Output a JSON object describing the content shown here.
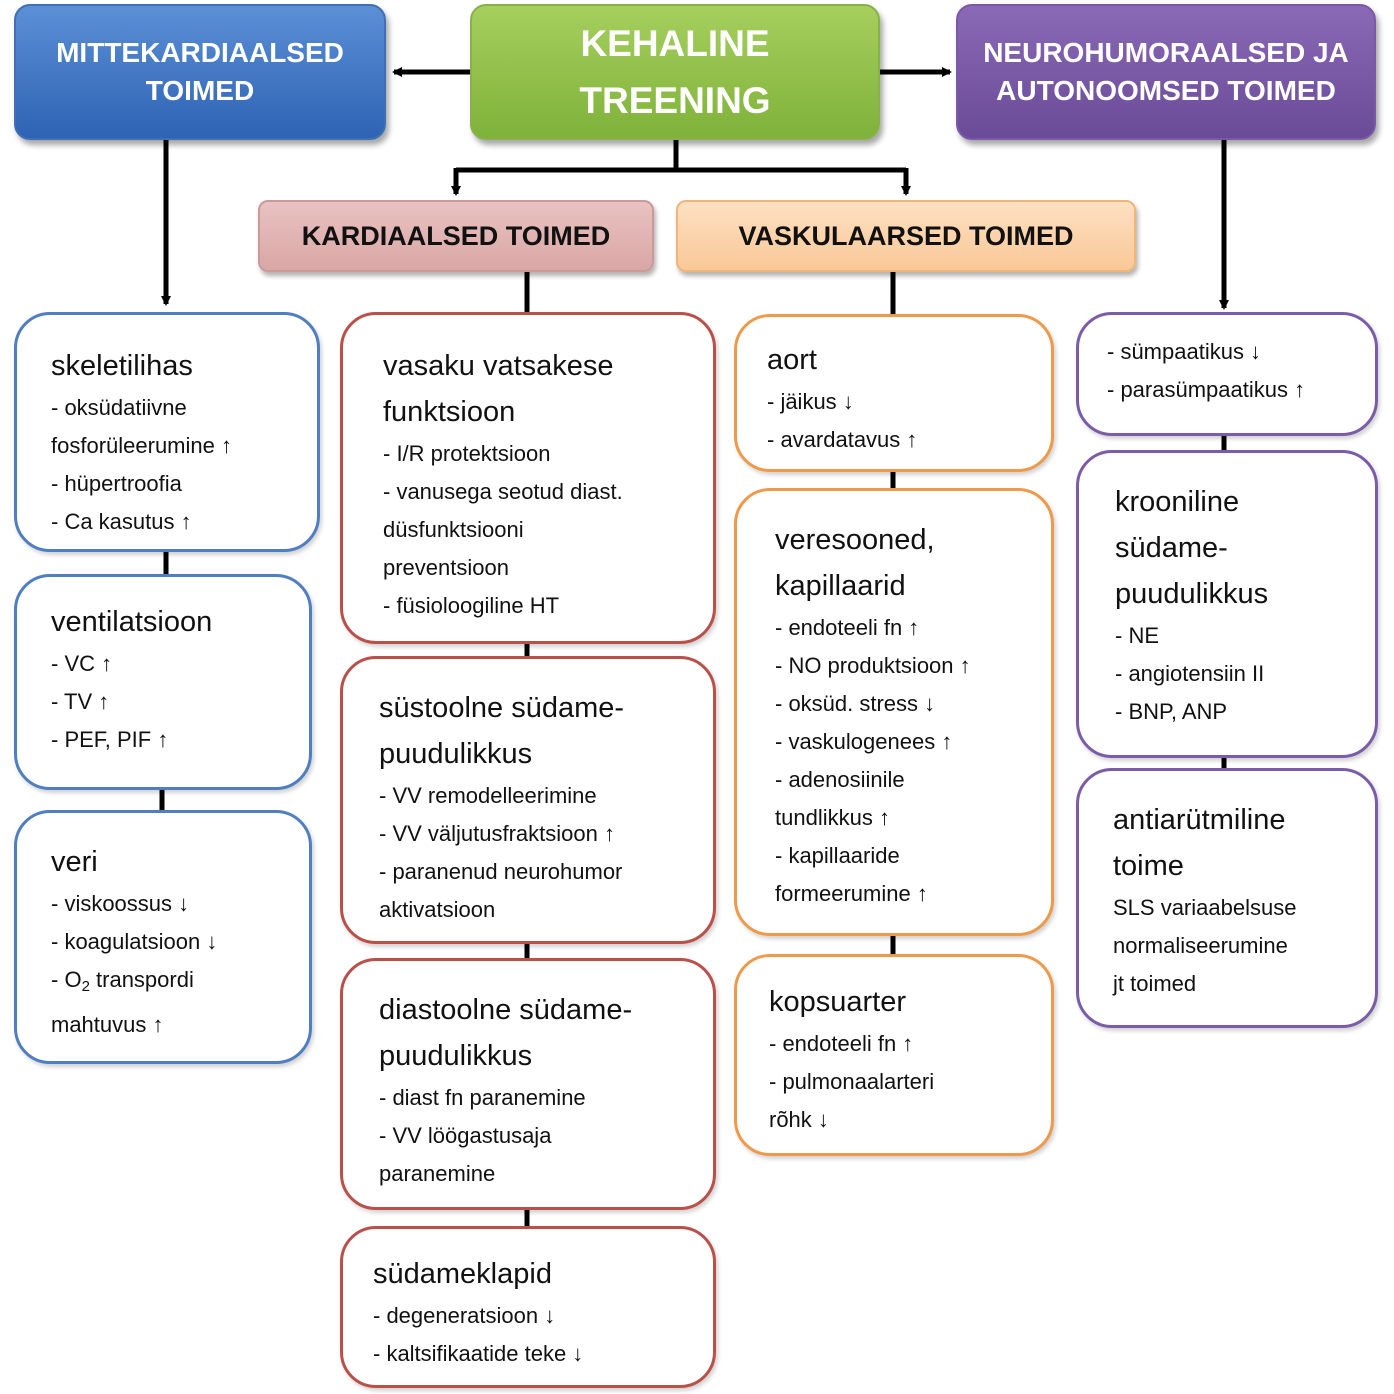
{
  "headers": {
    "left": "MITTEKARDIAALSED\nTOIMED",
    "center": "KEHALINE\nTREENING",
    "right": "NEUROHUMORAALSED JA\nAUTONOOMSED TOIMED"
  },
  "subheaders": {
    "cardiac": "KARDIAALSED TOIMED",
    "vascular": "VASKULAARSED TOIMED"
  },
  "boxes": {
    "skeletal": {
      "title": "skeletilihas",
      "items": [
        "- oksüdatiivne\nfosforüleerumine ↑",
        "- hüpertroofia",
        "- Ca kasutus ↑"
      ]
    },
    "ventilation": {
      "title": "ventilatsioon",
      "items": [
        "- VC ↑",
        "- TV ↑",
        "- PEF, PIF ↑"
      ]
    },
    "blood": {
      "title": "veri",
      "items": [
        "- viskoossus ↓",
        "- koagulatsioon ↓"
      ],
      "o2_prefix": "- O",
      "o2_sub": "2",
      "o2_suffix": " transpordi\n mahtuvus ↑"
    },
    "lv_function": {
      "title": "vasaku vatsakese\nfunktsioon",
      "items": [
        "- I/R protektsioon",
        "- vanusega seotud diast.\ndüsfunktsiooni\npreventsioon",
        "- füsioloogiline HT"
      ]
    },
    "systolic_hf": {
      "title": "süstoolne südame-\npuudulikkus",
      "items": [
        "- VV remodelleerimine",
        "- VV väljutusfraktsioon ↑",
        "- paranenud neurohumor\naktivatsioon"
      ]
    },
    "diastolic_hf": {
      "title": "diastoolne südame-\npuudulikkus",
      "items": [
        "- diast fn paranemine",
        "- VV löögastusaja\nparanemine"
      ]
    },
    "valves": {
      "title": "südameklapid",
      "items": [
        "- degeneratsioon ↓",
        "- kaltsifikaatide teke ↓"
      ]
    },
    "aorta": {
      "title": "aort",
      "items": [
        "- jäikus ↓",
        "- avardatavus ↑"
      ]
    },
    "vessels": {
      "title": "veresooned,\nkapillaarid",
      "items": [
        "- endoteeli fn  ↑",
        "- NO produktsioon ↑",
        "- oksüd. stress ↓",
        "- vaskulogenees ↑",
        "- adenosiinile\ntundlikkus ↑",
        "- kapillaaride\nformeerumine ↑"
      ]
    },
    "pulmonary": {
      "title": "kopsuarter",
      "items": [
        "- endoteeli fn ↑",
        "- pulmonaalarteri\nrõhk ↓"
      ]
    },
    "autonomic": {
      "items": [
        "- sümpaatikus ↓",
        "- parasümpaatikus ↑"
      ]
    },
    "chronic_hf": {
      "title": "krooniline\nsüdame-\npuudulikkus",
      "items": [
        "- NE",
        "- angiotensiin II",
        "- BNP, ANP"
      ]
    },
    "antiarrhythmic": {
      "title": "antiarütmiline\ntoime",
      "items": [
        "SLS variaabelsuse\nnormaliseerumine\n jt toimed"
      ]
    }
  }
}
